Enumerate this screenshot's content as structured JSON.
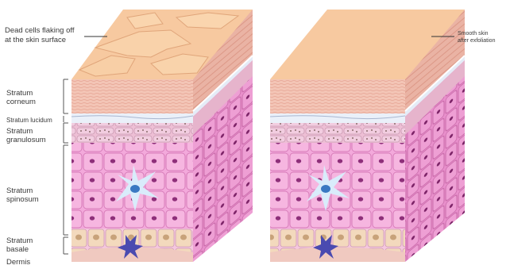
{
  "left_diagram": {
    "callout_line1": "Dead cells flaking off",
    "callout_line2": "at the skin surface"
  },
  "right_diagram": {
    "callout_line1": "Smooth skin",
    "callout_line2": "after exfoliation"
  },
  "layers": [
    {
      "line1": "Stratum",
      "line2": "corneum"
    },
    {
      "line1": "Stratum lucidum",
      "line2": ""
    },
    {
      "line1": "Stratum",
      "line2": "granulosum"
    },
    {
      "line1": "Stratum",
      "line2": "spinosum"
    },
    {
      "line1": "Stratum",
      "line2": "basale"
    },
    {
      "line1": "Dermis",
      "line2": ""
    }
  ],
  "colors": {
    "skin_surface": "#f7c9a0",
    "corneum": "#f2c2b4",
    "lucidum": "#e8eef8",
    "granulosum": "#e8b8d4",
    "spinosum": "#ee9fd6",
    "nucleus": "#8e2f7a",
    "dermis": "#f0c9c0",
    "melanocyte": "#4a4ab0"
  }
}
